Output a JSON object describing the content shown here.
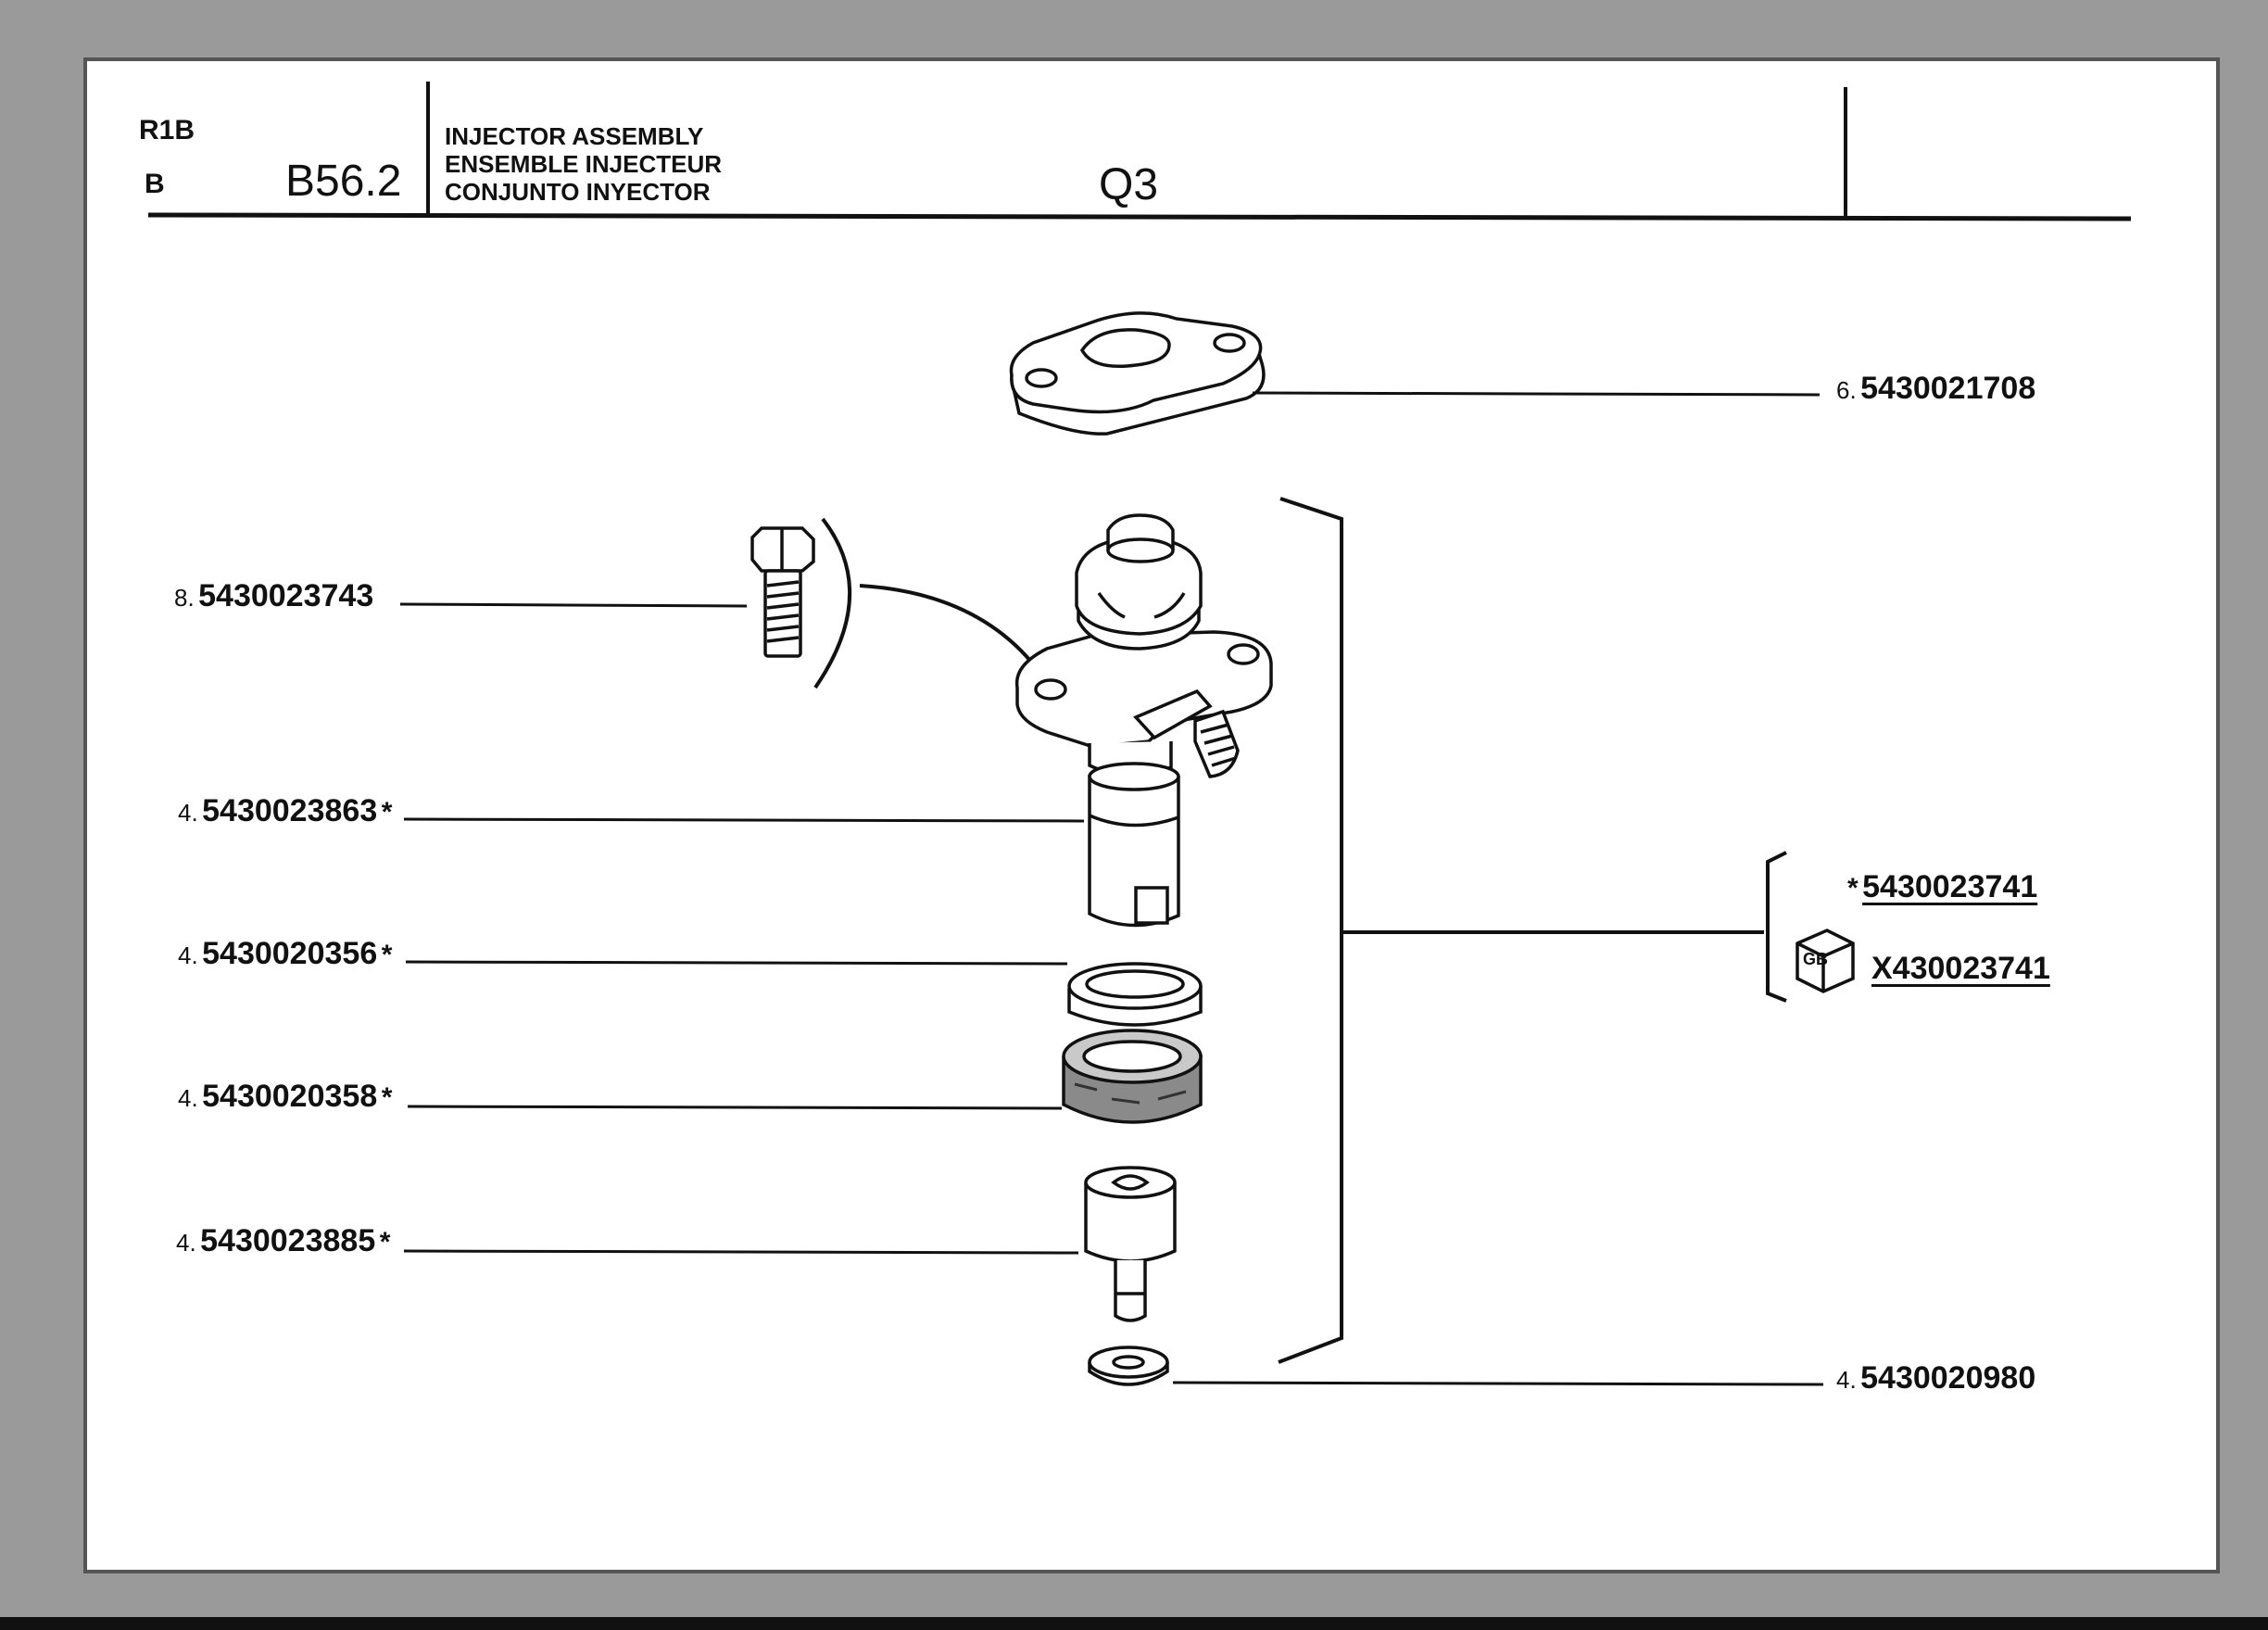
{
  "header": {
    "model": "R1B",
    "variant": "B",
    "plate": "B56.2",
    "titles": [
      "INJECTOR ASSEMBLY",
      "ENSEMBLE INJECTEUR",
      "CONJUNTO INYECTOR"
    ],
    "section": "Q3"
  },
  "parts": [
    {
      "qty": "6.",
      "pn": "5430021708",
      "star": ""
    },
    {
      "qty": "8.",
      "pn": "5430023743",
      "star": ""
    },
    {
      "qty": "4.",
      "pn": "5430023863",
      "star": "*"
    },
    {
      "qty": "4.",
      "pn": "5430020356",
      "star": "*"
    },
    {
      "qty": "4.",
      "pn": "5430020358",
      "star": "*"
    },
    {
      "qty": "4.",
      "pn": "5430023885",
      "star": "*"
    },
    {
      "qty": "4.",
      "pn": "5430020980",
      "star": ""
    }
  ],
  "assembly": {
    "star": "*",
    "pn": "5430023741",
    "exchange_pn": "X430023741",
    "exchange_badge": "GB"
  },
  "colors": {
    "background": "#9a9a9a",
    "paper": "#ffffff",
    "ink": "#111111"
  }
}
